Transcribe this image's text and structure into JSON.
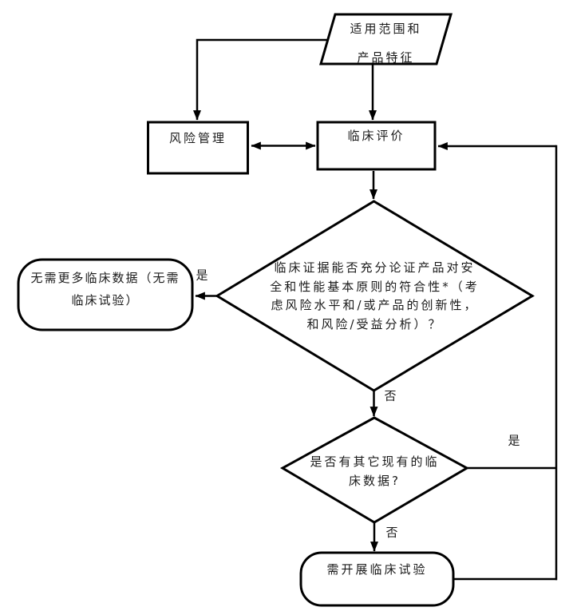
{
  "diagram": {
    "title": "clinical-evaluation-flowchart",
    "colors": {
      "background": "#ffffff",
      "line": "#000000",
      "text": "#1a1a1a"
    },
    "nodes": {
      "scope": {
        "text": "适用范围和\n产品特征"
      },
      "risk_management": {
        "text": "风险管理"
      },
      "clinical_evaluation": {
        "text": "临床评价"
      },
      "decision_sufficient_evidence": {
        "text": "临床证据能否充分论证产品对安\n全和性能基本原则的符合性*（考\n虑风险水平和/或产品的创新性，\n和风险/受益分析）？"
      },
      "no_more_clinical_data": {
        "text": "无需更多临床数据（无需\n临床试验）"
      },
      "decision_other_existing_data": {
        "text": "是否有其它现有的临\n床数据?"
      },
      "conduct_clinical_trial": {
        "text": "需开展临床试验"
      }
    },
    "edge_labels": {
      "decision1_yes": "是",
      "decision1_no": "否",
      "decision2_yes": "是",
      "decision2_no": "否"
    }
  }
}
